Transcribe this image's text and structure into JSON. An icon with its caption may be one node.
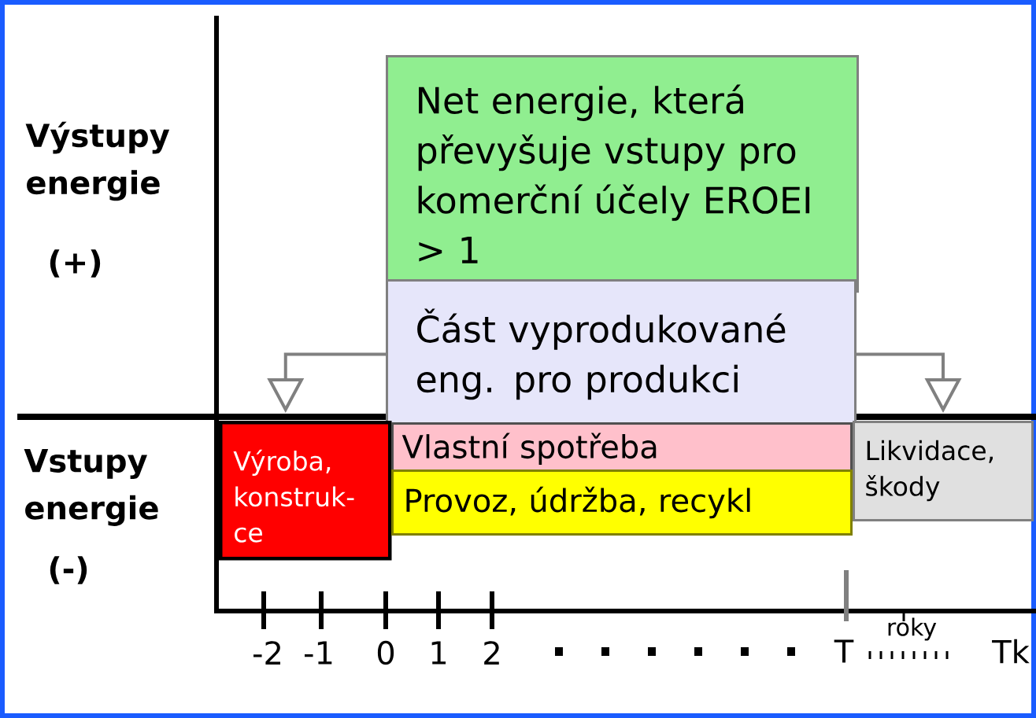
{
  "diagram": {
    "nodes": [
      {
        "text": [
          "Net energie, která převyšuje vstupy pro komerční účely EROEI > 1"
        ]
      },
      {
        "text": [
          "Část vyprodukované eng. pro produkci"
        ]
      },
      {
        "text": [
          "Výroba, konstruk- ce"
        ]
      },
      {
        "text": [
          "Vlastní spotřeba"
        ]
      },
      {
        "text": [
          "Provoz, údržba, recykl"
        ]
      },
      {
        "text": [
          "Likvidace, škody"
        ]
      }
    ],
    "edges": [
      {
        "from": 1,
        "to": 2,
        "arrow": "to"
      },
      {
        "from": 1,
        "to": 5,
        "arrow": "to"
      }
    ],
    "labels": [
      "Výstupy energie",
      "(+)",
      "Vstupy energie",
      "(-)",
      "-2",
      "-1",
      "0",
      "1",
      "2",
      "T",
      "roky",
      "Tk"
    ]
  }
}
